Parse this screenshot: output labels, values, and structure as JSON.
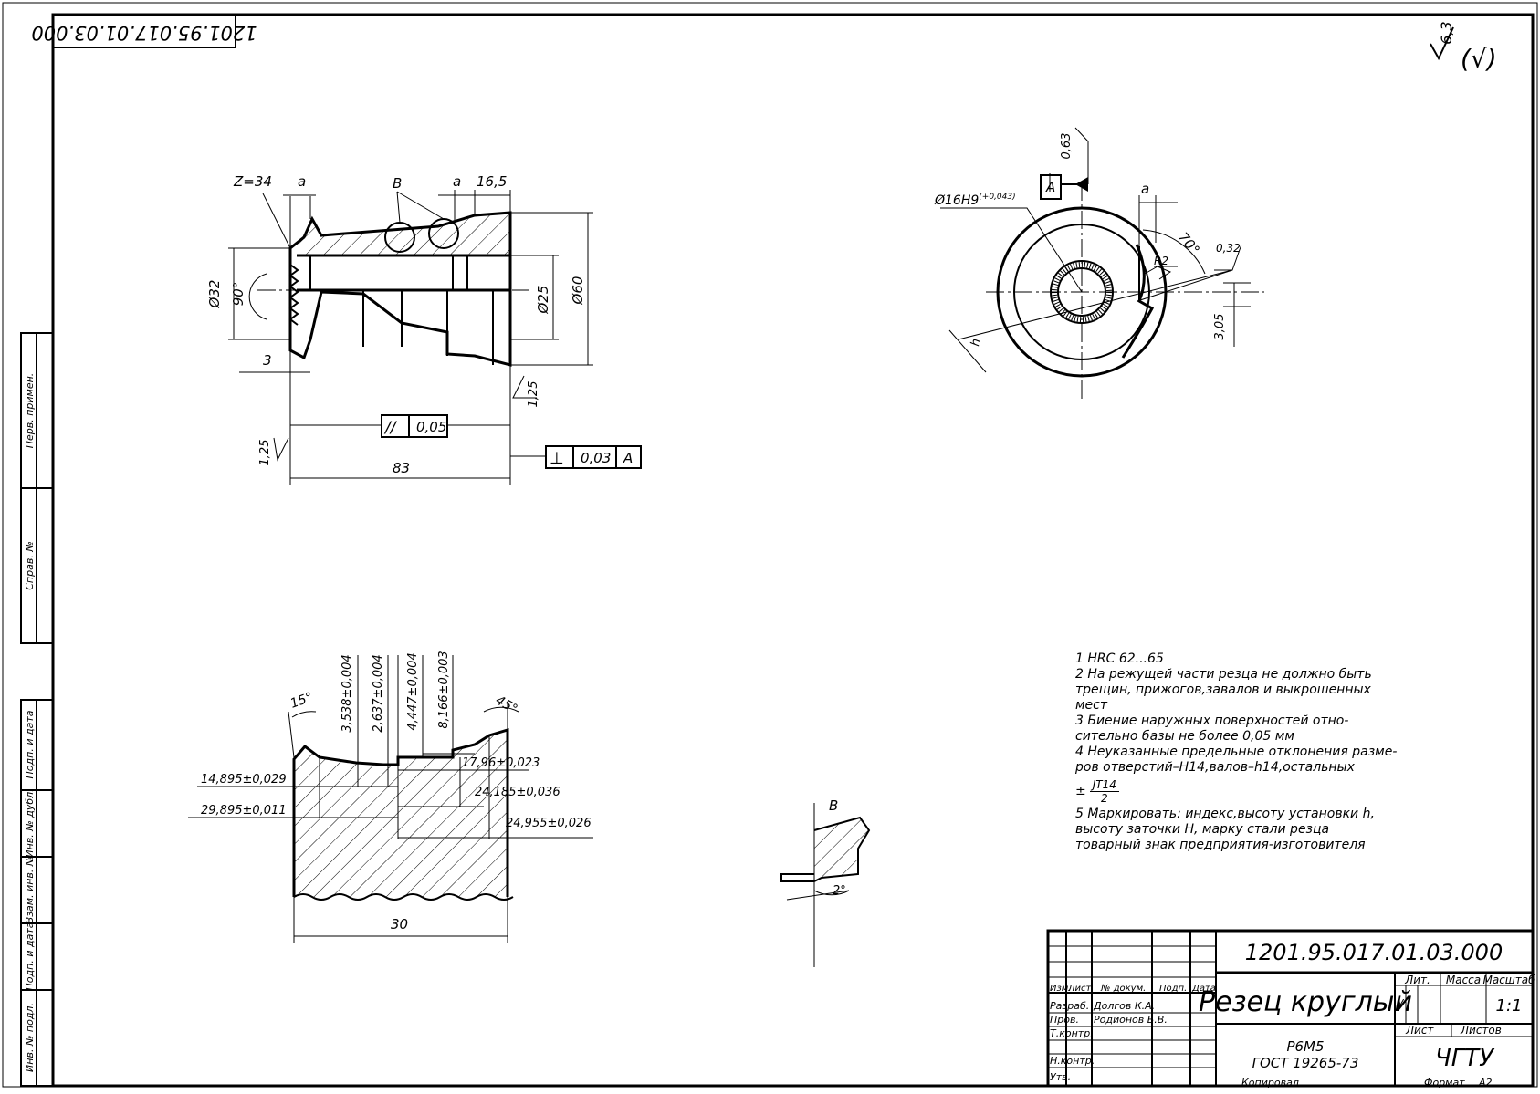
{
  "designation": "1201.95.017.01.03.000",
  "designation_rotated": "1201.95.017.01.03.000",
  "roughness": {
    "value": "6,3",
    "other": "(√)"
  },
  "left_margin_labels": [
    "Перв. примен.",
    "Справ. №",
    "Подп. и дата",
    "Инв. № дубл.",
    "Взам. инв. №",
    "Подп. и дата",
    "Инв. № подл."
  ],
  "view_top_left": {
    "dims": {
      "z": "Z=34",
      "a1": "a",
      "b": "B",
      "a2": "a",
      "d165": "16,5",
      "d32": "Ø32",
      "ang90": "90°",
      "d25": "Ø25",
      "d60": "Ø60",
      "d3": "3",
      "r125a": "1,25",
      "r125b": "1,25",
      "len83": "83"
    },
    "parallel": {
      "sym": "//",
      "tol": "0,05"
    },
    "perp": {
      "sym": "⊥",
      "tol": "0,03",
      "datum": "A"
    }
  },
  "view_top_right": {
    "dims": {
      "bore": "Ø16H9",
      "bore_tol": "(+0,043)",
      "r063": "0,63",
      "datum": "A",
      "a": "a",
      "ang": "70°",
      "r032": "0,32",
      "R2": "R2",
      "d305": "3,05",
      "h": "h"
    }
  },
  "view_profile": {
    "dims": {
      "ang15": "15°",
      "ang45": "45°",
      "v1": "3,538±0,004",
      "v2": "2,637±0,004",
      "v3": "4,447±0,004",
      "v4": "8,166±0,003",
      "h1": "14,895±0,029",
      "h2": "29,895±0,011",
      "h3": "17,96±0,023",
      "h4": "24,185±0,036",
      "h5": "24,955±0,026",
      "len30": "30"
    }
  },
  "view_detail": {
    "label": "B",
    "ang": "2°"
  },
  "notes": [
    "1 HRC 62...65",
    "2 На режущей части резца не должно быть",
    "   трещин, прижогов,завалов и выкрошенных",
    "   мест",
    "3 Биение наружных поверхностей отно-",
    "   сительно базы не более 0,05 мм",
    "4 Неуказанные предельные отклонения разме-",
    "   ров отверстий–H14,валов–h14,остальных",
    "   ±",
    "5 Маркировать: индекс,высоту установки h,",
    "   высоту заточки H, марку стали резца",
    "   товарный знак предприятия-изготовителя"
  ],
  "note_fraction": {
    "num": "JT14",
    "den": "2"
  },
  "title_block": {
    "designation": "1201.95.017.01.03.000",
    "name": "Резец круглый",
    "material_line1": "Р6М5",
    "material_line2": "ГОСТ 19265-73",
    "org": "ЧГТУ",
    "col_headers": {
      "izm": "Изм.",
      "list": "Лист",
      "doc": "№ докум.",
      "podp": "Подп.",
      "data": "Дата"
    },
    "rows": {
      "razrab": "Разраб.",
      "prov": "Пров.",
      "tkontr": "Т.контр.",
      "nkontr": "Н.контр.",
      "utv": "Утв."
    },
    "names": {
      "razrab": "Долгов К.А.",
      "prov": "Родионов Б.В."
    },
    "lit": "Лит.",
    "massa": "Масса",
    "masshtab": "Масштаб",
    "scale": "1:1",
    "lit_value": "у",
    "sheet": "Лист",
    "sheets": "Листов",
    "kopiroval": "Копировал",
    "format": "Формат",
    "format_value": "А2"
  }
}
